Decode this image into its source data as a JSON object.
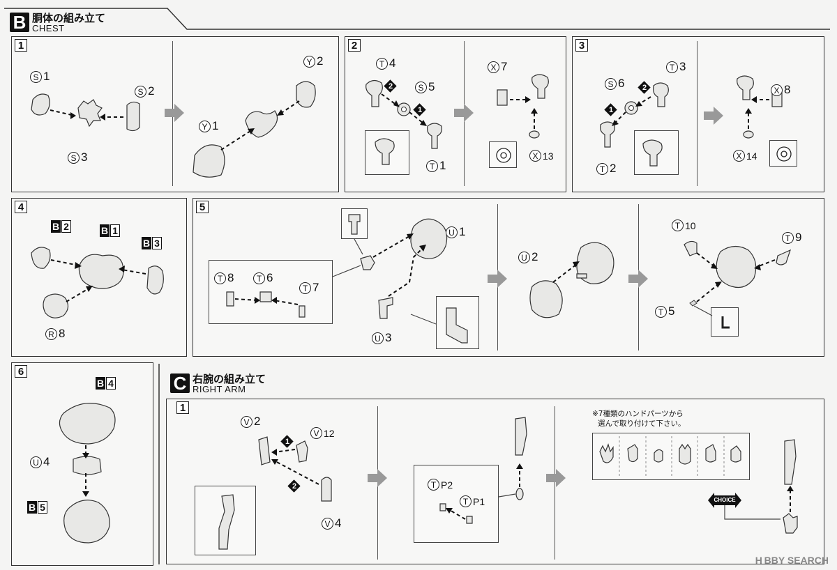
{
  "section_b": {
    "letter": "B",
    "title_jp": "胴体の組み立て",
    "title_en": "CHEST"
  },
  "section_c": {
    "letter": "C",
    "title_jp": "右腕の組み立て",
    "title_en": "RIGHT ARM"
  },
  "steps": {
    "s1": "1",
    "s2": "2",
    "s3": "3",
    "s4": "4",
    "s5": "5",
    "s6": "6",
    "c1": "1"
  },
  "order": {
    "first": "1",
    "second": "2"
  },
  "labels": {
    "S1": {
      "circle": "S",
      "num": "1"
    },
    "S2": {
      "circle": "S",
      "num": "2"
    },
    "S3": {
      "circle": "S",
      "num": "3"
    },
    "Y1": {
      "circle": "Y",
      "num": "1"
    },
    "Y2": {
      "circle": "Y",
      "num": "2"
    },
    "T4": {
      "circle": "T",
      "num": "4"
    },
    "S5": {
      "circle": "S",
      "num": "5"
    },
    "T1": {
      "circle": "T",
      "num": "1"
    },
    "X7": {
      "circle": "X",
      "num": "7"
    },
    "X13": {
      "circle": "X",
      "num": "13"
    },
    "S6": {
      "circle": "S",
      "num": "6"
    },
    "T3": {
      "circle": "T",
      "num": "3"
    },
    "T2": {
      "circle": "T",
      "num": "2"
    },
    "X8": {
      "circle": "X",
      "num": "8"
    },
    "X14": {
      "circle": "X",
      "num": "14"
    },
    "B2": {
      "block": "B",
      "num": "2"
    },
    "B1": {
      "block": "B",
      "num": "1"
    },
    "B3": {
      "block": "B",
      "num": "3"
    },
    "R8": {
      "circle": "R",
      "num": "8"
    },
    "U1": {
      "circle": "U",
      "num": "1"
    },
    "T8": {
      "circle": "T",
      "num": "8"
    },
    "T6": {
      "circle": "T",
      "num": "6"
    },
    "T7": {
      "circle": "T",
      "num": "7"
    },
    "U3": {
      "circle": "U",
      "num": "3"
    },
    "U2": {
      "circle": "U",
      "num": "2"
    },
    "T10": {
      "circle": "T",
      "num": "10"
    },
    "T9": {
      "circle": "T",
      "num": "9"
    },
    "T5": {
      "circle": "T",
      "num": "5"
    },
    "B4": {
      "block": "B",
      "num": "4"
    },
    "U4": {
      "circle": "U",
      "num": "4"
    },
    "B5": {
      "block": "B",
      "num": "5"
    },
    "V2": {
      "circle": "V",
      "num": "2"
    },
    "V12": {
      "circle": "V",
      "num": "12"
    },
    "V4": {
      "circle": "V",
      "num": "4"
    },
    "TP2": {
      "circle": "T",
      "num": "P2"
    },
    "TP1": {
      "circle": "T",
      "num": "P1"
    }
  },
  "note": {
    "line1": "※7種類のハンドパーツから",
    "line2": "選んで取り付けて下さい。"
  },
  "choice": "CHOICE",
  "watermark": "H BBY SEARCH"
}
